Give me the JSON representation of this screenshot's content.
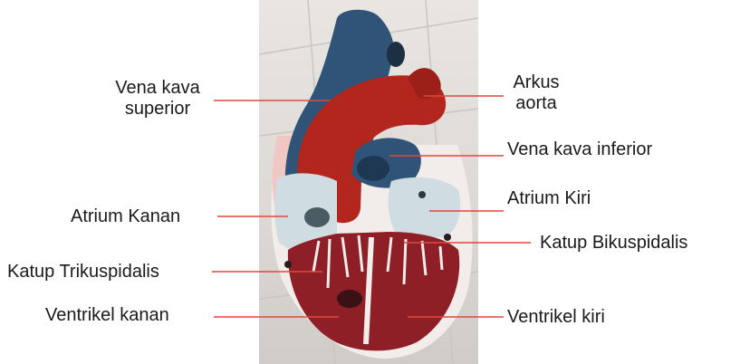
{
  "diagram": {
    "labels": {
      "vena_kava_superior_line1": "Vena kava",
      "vena_kava_superior_line2": "superior",
      "arkus_aorta_line1": "Arkus",
      "arkus_aorta_line2": "aorta",
      "vena_kava_inferior": "Vena kava inferior",
      "atrium_kanan": "Atrium Kanan",
      "atrium_kiri": "Atrium Kiri",
      "katup_bikuspidalis": "Katup Bikuspidalis",
      "katup_trikuspidalis": "Katup Trikuspidalis",
      "ventrikel_kanan": "Ventrikel kanan",
      "ventrikel_kiri": "Ventrikel kiri"
    },
    "colors": {
      "leader_line": "#e0483c",
      "aorta_red": "#b3261e",
      "vein_blue": "#2f5478",
      "muscle": "#8e1f26",
      "atrium_pale": "#cfdde3"
    }
  }
}
